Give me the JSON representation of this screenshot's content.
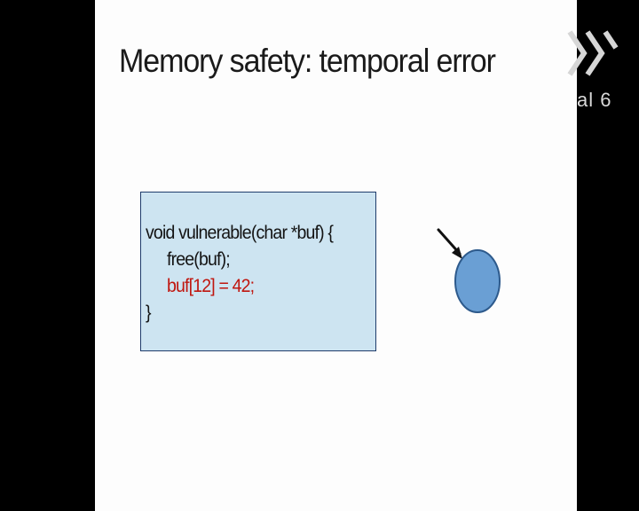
{
  "slide": {
    "title": "Memory safety: temporal error",
    "code": {
      "line1": "void vulnerable(char *buf) {",
      "line2": "free(buf);",
      "line3": "buf[12] = 42;",
      "line4": "}",
      "highlight_color": "#c0160f"
    },
    "diagram": {
      "pointer_icon": "arrow-icon",
      "object_icon": "memory-object-circle",
      "object_color": "#6a9fd4"
    }
  },
  "overlay": {
    "logo_text": "al 6"
  },
  "colors": {
    "slide_background": "#fdfdfd",
    "code_box_background": "#cde4f1",
    "code_box_border": "#1f3c6b",
    "letterbox": "#000000"
  }
}
